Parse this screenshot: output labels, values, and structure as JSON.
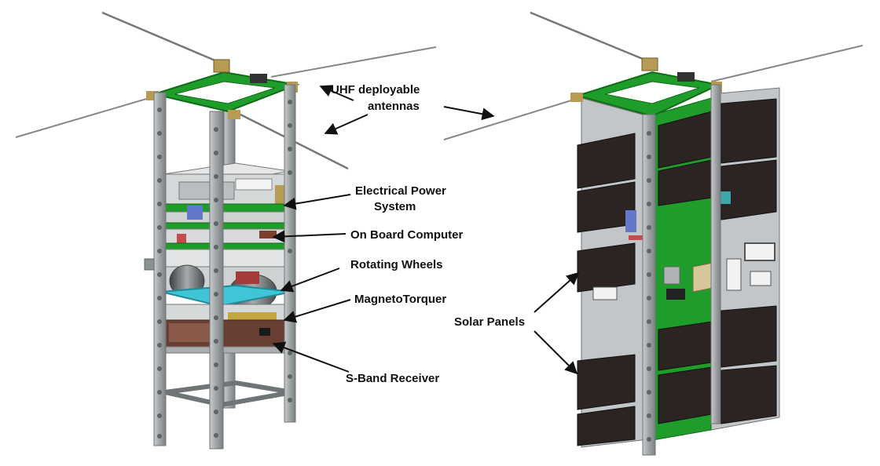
{
  "labels": {
    "uhf_line1": "UHF deployable",
    "uhf_line2": "antennas",
    "eps_line1": "Electrical Power",
    "eps_line2": "System",
    "obc": "On Board Computer",
    "wheels": "Rotating Wheels",
    "mtq": "MagnetoTorquer",
    "sband": "S-Band Receiver",
    "solar": "Solar Panels"
  },
  "colors": {
    "frame": "#9ea3a5",
    "frame_dark": "#6f7476",
    "pcb": "#1f9d2a",
    "pcb_dark": "#116b18",
    "solar_cell": "#2c2422",
    "panel": "#b7bbbd",
    "magnetorquer": "#3fc5d6",
    "sband": "#6a3f33",
    "wheel": "#5b5f60",
    "brass": "#b89b52",
    "label": "#111111"
  }
}
